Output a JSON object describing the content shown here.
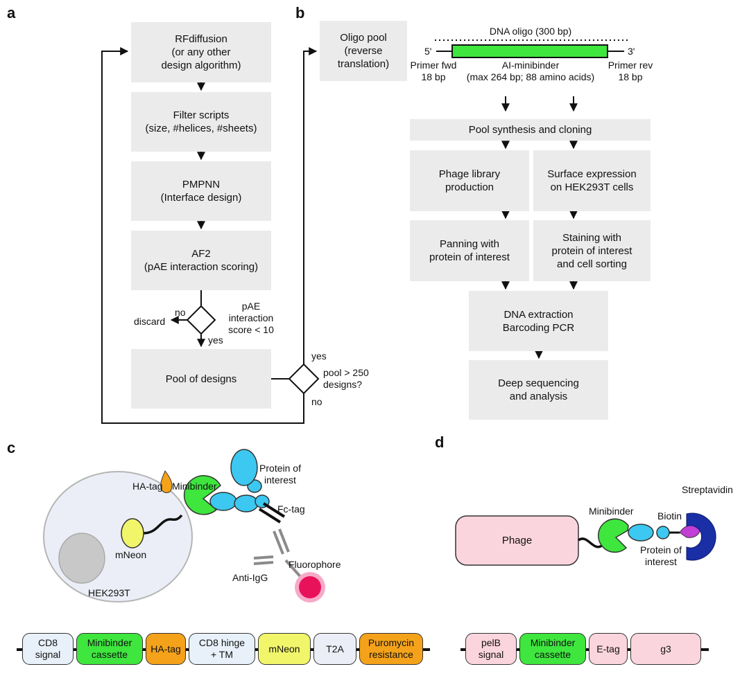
{
  "panels": {
    "a": "a",
    "b": "b",
    "c": "c",
    "d": "d"
  },
  "panel_a": {
    "steps": [
      "RFdiffusion\n(or any other\ndesign algorithm)",
      "Filter scripts\n(size, #helices, #sheets)",
      "PMPNN\n(Interface design)",
      "AF2\n(pAE interaction scoring)"
    ],
    "decision1": {
      "condition": "pAE\ninteraction\nscore < 10",
      "no": "no",
      "yes": "yes",
      "reject": "discard"
    },
    "pool": "Pool of designs",
    "decision2": {
      "condition": "pool > 250\ndesigns?",
      "yes": "yes",
      "no": "no"
    }
  },
  "panel_b": {
    "oligo_pool": "Oligo pool\n(reverse\ntranslation)",
    "oligo": {
      "title": "DNA oligo (300 bp)",
      "five_prime": "5'",
      "three_prime": "3'",
      "primer_fwd": "Primer fwd\n18 bp",
      "insert": "AI-minibinder\n(max 264 bp; 88 amino acids)",
      "primer_rev": "Primer rev\n18 bp",
      "insert_color": "#3ee63e"
    },
    "synthesis": "Pool synthesis and cloning",
    "phage": [
      "Phage library\nproduction",
      "Panning with\nprotein of interest"
    ],
    "cell": [
      "Surface expression\non HEK293T cells",
      "Staining with\nprotein of interest\nand cell sorting"
    ],
    "extraction": "DNA extraction\nBarcoding PCR",
    "sequencing": "Deep sequencing\nand analysis"
  },
  "panel_c": {
    "labels": {
      "ha_tag": "HA-tag",
      "minibinder": "Minibinder",
      "protein": "Protein of\ninterest",
      "fc_tag": "Fc-tag",
      "mneon": "mNeon",
      "cell": "HEK293T",
      "anti_igg": "Anti-IgG",
      "fluorophore": "Fluorophore"
    },
    "construct": [
      {
        "label": "CD8\nsignal",
        "color": "#e8f1fa"
      },
      {
        "label": "Minibinder\ncassette",
        "color": "#3ee63e"
      },
      {
        "label": "HA-tag",
        "color": "#f5a21b"
      },
      {
        "label": "CD8 hinge\n+ TM",
        "color": "#e8f1fa"
      },
      {
        "label": "mNeon",
        "color": "#f1f56a"
      },
      {
        "label": "T2A",
        "color": "#eceef7"
      },
      {
        "label": "Puromycin\nresistance",
        "color": "#f5a21b"
      }
    ]
  },
  "panel_d": {
    "labels": {
      "phage": "Phage",
      "minibinder": "Minibinder",
      "biotin": "Biotin",
      "streptavidin": "Streptavidin",
      "protein": "Protein of\ninterest"
    },
    "construct": [
      {
        "label": "pelB\nsignal",
        "color": "#fbd5dd"
      },
      {
        "label": "Minibinder\ncassette",
        "color": "#3ee63e"
      },
      {
        "label": "E-tag",
        "color": "#fbd5dd"
      },
      {
        "label": "g3",
        "color": "#fbd5dd"
      }
    ]
  },
  "colors": {
    "box_fill": "#ebebeb",
    "minibinder": "#3ee63e",
    "protein": "#3cc8f0",
    "ha_tag": "#f5a21b",
    "mneon": "#f1f56a",
    "fluorophore": "#e8125a",
    "phage": "#fbd5dd",
    "streptavidin": "#1a2ea6",
    "biotin": "#c23fd6",
    "cell_membrane": "#eceef7"
  }
}
